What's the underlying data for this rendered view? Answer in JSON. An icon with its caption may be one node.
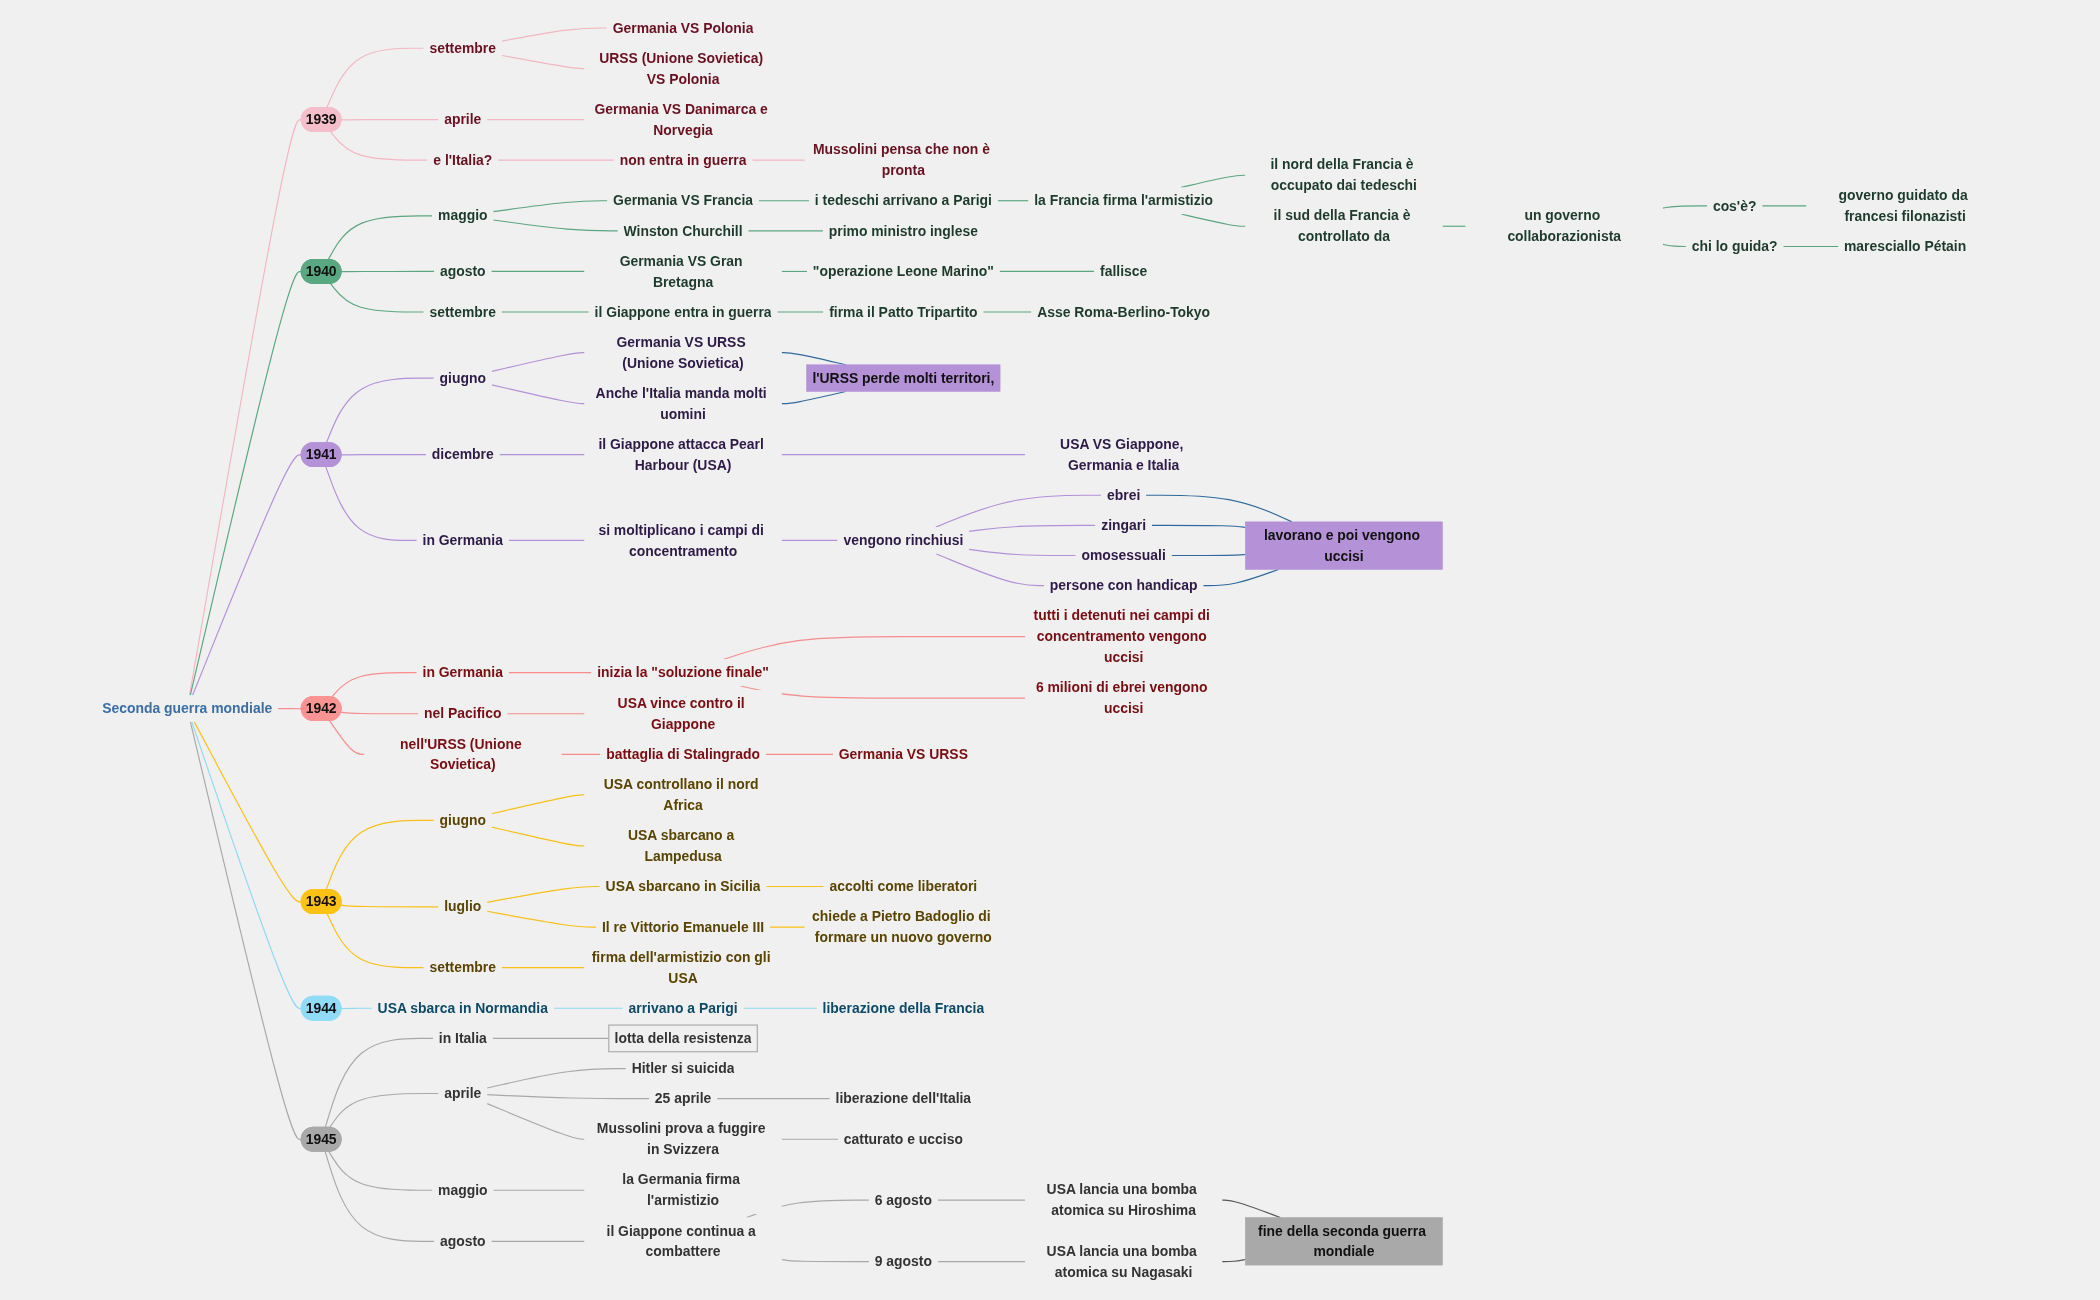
{
  "diagram": {
    "nodes": [
      {
        "text": [
          "Seconda guerra mondiale"
        ]
      },
      {
        "text": [
          "1939"
        ]
      },
      {
        "text": [
          "settembre"
        ]
      },
      {
        "text": [
          "Germania VS Polonia"
        ]
      },
      {
        "text": [
          "URSS (Unione Sovietica) VS Polonia"
        ]
      },
      {
        "text": [
          "aprile"
        ]
      },
      {
        "text": [
          "Germania VS Danimarca e Norvegia"
        ]
      },
      {
        "text": [
          "e l'Italia?"
        ]
      },
      {
        "text": [
          "non entra in guerra"
        ]
      },
      {
        "text": [
          "Mussolini pensa che non è pronta"
        ]
      },
      {
        "text": [
          "1940"
        ]
      },
      {
        "text": [
          "maggio"
        ]
      },
      {
        "text": [
          "Germania VS Francia"
        ]
      },
      {
        "text": [
          "i tedeschi arrivano a Parigi"
        ]
      },
      {
        "text": [
          "la Francia firma l'armistizio"
        ]
      },
      {
        "text": [
          "il nord della Francia è occupato dai tedeschi"
        ]
      },
      {
        "text": [
          "il sud della Francia è controllato da"
        ]
      },
      {
        "text": [
          "un governo collaborazionista"
        ]
      },
      {
        "text": [
          "cos'è?"
        ]
      },
      {
        "text": [
          "governo guidato da francesi filonazisti"
        ]
      },
      {
        "text": [
          "chi lo guida?"
        ]
      },
      {
        "text": [
          "maresciallo Pétain"
        ]
      },
      {
        "text": [
          "Winston Churchill"
        ]
      },
      {
        "text": [
          "primo ministro inglese"
        ]
      },
      {
        "text": [
          "agosto"
        ]
      },
      {
        "text": [
          "Germania VS Gran Bretagna"
        ]
      },
      {
        "text": [
          "\"operazione Leone Marino\""
        ]
      },
      {
        "text": [
          "fallisce"
        ]
      },
      {
        "text": [
          "settembre"
        ]
      },
      {
        "text": [
          "il Giappone entra in guerra"
        ]
      },
      {
        "text": [
          "firma il Patto Tripartito"
        ]
      },
      {
        "text": [
          "Asse Roma-Berlino-Tokyo"
        ]
      },
      {
        "text": [
          "1941"
        ]
      },
      {
        "text": [
          "giugno"
        ]
      },
      {
        "text": [
          "Germania VS URSS (Unione Sovietica)"
        ]
      },
      {
        "text": [
          "Anche l'Italia manda molti uomini"
        ]
      },
      {
        "text": [
          "l'URSS perde molti territori,"
        ]
      },
      {
        "text": [
          "dicembre"
        ]
      },
      {
        "text": [
          "il Giappone attacca Pearl Harbour (USA)"
        ]
      },
      {
        "text": [
          "USA VS Giappone, Germania e Italia"
        ]
      },
      {
        "text": [
          "in Germania"
        ]
      },
      {
        "text": [
          "si moltiplicano i campi di concentramento"
        ]
      },
      {
        "text": [
          "vengono rinchiusi"
        ]
      },
      {
        "text": [
          "ebrei"
        ]
      },
      {
        "text": [
          "zingari"
        ]
      },
      {
        "text": [
          "omosessuali"
        ]
      },
      {
        "text": [
          "persone con handicap"
        ]
      },
      {
        "text": [
          "lavorano e poi vengono uccisi"
        ]
      },
      {
        "text": [
          "1942"
        ]
      },
      {
        "text": [
          "in Germania"
        ]
      },
      {
        "text": [
          "inizia la \"soluzione finale\""
        ]
      },
      {
        "text": [
          "tutti i detenuti nei campi di concentramento vengono uccisi"
        ]
      },
      {
        "text": [
          "6 milioni di ebrei vengono uccisi"
        ]
      },
      {
        "text": [
          "nel Pacifico"
        ]
      },
      {
        "text": [
          "USA vince contro il Giappone"
        ]
      },
      {
        "text": [
          "nell'URSS (Unione Sovietica)"
        ]
      },
      {
        "text": [
          "battaglia di Stalingrado"
        ]
      },
      {
        "text": [
          "Germania VS URSS"
        ]
      },
      {
        "text": [
          "1943"
        ]
      },
      {
        "text": [
          "giugno"
        ]
      },
      {
        "text": [
          "USA controllano il nord Africa"
        ]
      },
      {
        "text": [
          "USA sbarcano a Lampedusa"
        ]
      },
      {
        "text": [
          "luglio"
        ]
      },
      {
        "text": [
          "USA sbarcano in Sicilia"
        ]
      },
      {
        "text": [
          "accolti come liberatori"
        ]
      },
      {
        "text": [
          "Il re Vittorio Emanuele III"
        ]
      },
      {
        "text": [
          "chiede a Pietro Badoglio di formare un nuovo governo"
        ]
      },
      {
        "text": [
          "settembre"
        ]
      },
      {
        "text": [
          "firma dell'armistizio con gli USA"
        ]
      },
      {
        "text": [
          "1944"
        ]
      },
      {
        "text": [
          "USA sbarca in Normandia"
        ]
      },
      {
        "text": [
          "arrivano a Parigi"
        ]
      },
      {
        "text": [
          "liberazione della Francia"
        ]
      },
      {
        "text": [
          "1945"
        ]
      },
      {
        "text": [
          "in Italia"
        ]
      },
      {
        "text": [
          "lotta della resistenza"
        ]
      },
      {
        "text": [
          "aprile"
        ]
      },
      {
        "text": [
          "Hitler si suicida"
        ]
      },
      {
        "text": [
          "25 aprile"
        ]
      },
      {
        "text": [
          "liberazione dell'Italia"
        ]
      },
      {
        "text": [
          "Mussolini prova a fuggire in Svizzera"
        ]
      },
      {
        "text": [
          "catturato e ucciso"
        ]
      },
      {
        "text": [
          "maggio"
        ]
      },
      {
        "text": [
          "la Germania firma l'armistizio"
        ]
      },
      {
        "text": [
          "agosto"
        ]
      },
      {
        "text": [
          "il Giappone continua a combattere"
        ]
      },
      {
        "text": [
          "6 agosto"
        ]
      },
      {
        "text": [
          "USA lancia una bomba atomica su Hiroshima"
        ]
      },
      {
        "text": [
          "9 agosto"
        ]
      },
      {
        "text": [
          "USA lancia una bomba atomica su Nagasaki"
        ]
      },
      {
        "text": [
          "fine della seconda guerra mondiale"
        ]
      }
    ],
    "edges": [
      {
        "from": 0,
        "to": 1,
        "arrow": "none",
        "color": "#f4b6c2"
      },
      {
        "from": 1,
        "to": 2,
        "arrow": "none",
        "color": "#f4b6c2"
      },
      {
        "from": 2,
        "to": 3,
        "arrow": "none",
        "color": "#f4b6c2"
      },
      {
        "from": 2,
        "to": 4,
        "arrow": "none",
        "color": "#f4b6c2"
      },
      {
        "from": 1,
        "to": 5,
        "arrow": "none",
        "color": "#f4b6c2"
      },
      {
        "from": 5,
        "to": 6,
        "arrow": "none",
        "color": "#f4b6c2"
      },
      {
        "from": 1,
        "to": 7,
        "arrow": "none",
        "color": "#f4b6c2"
      },
      {
        "from": 7,
        "to": 8,
        "arrow": "none",
        "color": "#f4b6c2"
      },
      {
        "from": 8,
        "to": 9,
        "arrow": "none",
        "color": "#f4b6c2"
      },
      {
        "from": 0,
        "to": 10,
        "arrow": "none",
        "color": "#5aa67f"
      },
      {
        "from": 10,
        "to": 11,
        "arrow": "none",
        "color": "#5aa67f"
      },
      {
        "from": 11,
        "to": 12,
        "arrow": "none",
        "color": "#5aa67f"
      },
      {
        "from": 12,
        "to": 13,
        "arrow": "none",
        "color": "#5aa67f"
      },
      {
        "from": 13,
        "to": 14,
        "arrow": "none",
        "color": "#5aa67f"
      },
      {
        "from": 14,
        "to": 15,
        "arrow": "none",
        "color": "#5aa67f"
      },
      {
        "from": 14,
        "to": 16,
        "arrow": "none",
        "color": "#5aa67f"
      },
      {
        "from": 16,
        "to": 17,
        "arrow": "none",
        "color": "#5aa67f"
      },
      {
        "from": 17,
        "to": 18,
        "arrow": "none",
        "color": "#5aa67f"
      },
      {
        "from": 18,
        "to": 19,
        "arrow": "none",
        "color": "#5aa67f"
      },
      {
        "from": 17,
        "to": 20,
        "arrow": "none",
        "color": "#5aa67f"
      },
      {
        "from": 20,
        "to": 21,
        "arrow": "none",
        "color": "#5aa67f"
      },
      {
        "from": 11,
        "to": 22,
        "arrow": "none",
        "color": "#5aa67f"
      },
      {
        "from": 22,
        "to": 23,
        "arrow": "none",
        "color": "#5aa67f"
      },
      {
        "from": 10,
        "to": 24,
        "arrow": "none",
        "color": "#5aa67f"
      },
      {
        "from": 24,
        "to": 25,
        "arrow": "none",
        "color": "#5aa67f"
      },
      {
        "from": 25,
        "to": 26,
        "arrow": "none",
        "color": "#5aa67f"
      },
      {
        "from": 26,
        "to": 27,
        "arrow": "none",
        "color": "#5aa67f"
      },
      {
        "from": 10,
        "to": 28,
        "arrow": "none",
        "color": "#5aa67f"
      },
      {
        "from": 28,
        "to": 29,
        "arrow": "none",
        "color": "#5aa67f"
      },
      {
        "from": 29,
        "to": 30,
        "arrow": "none",
        "color": "#5aa67f"
      },
      {
        "from": 30,
        "to": 31,
        "arrow": "none",
        "color": "#5aa67f"
      },
      {
        "from": 0,
        "to": 32,
        "arrow": "none",
        "color": "#b48fd9"
      },
      {
        "from": 32,
        "to": 33,
        "arrow": "none",
        "color": "#b48fd9"
      },
      {
        "from": 33,
        "to": 34,
        "arrow": "none",
        "color": "#b48fd9"
      },
      {
        "from": 33,
        "to": 35,
        "arrow": "none",
        "color": "#b48fd9"
      },
      {
        "from": 32,
        "to": 37,
        "arrow": "none",
        "color": "#b48fd9"
      },
      {
        "from": 37,
        "to": 38,
        "arrow": "none",
        "color": "#b48fd9"
      },
      {
        "from": 38,
        "to": 39,
        "arrow": "none",
        "color": "#b48fd9"
      },
      {
        "from": 32,
        "to": 40,
        "arrow": "none",
        "color": "#b48fd9"
      },
      {
        "from": 40,
        "to": 41,
        "arrow": "none",
        "color": "#b48fd9"
      },
      {
        "from": 41,
        "to": 42,
        "arrow": "none",
        "color": "#b48fd9"
      },
      {
        "from": 42,
        "to": 43,
        "arrow": "none",
        "color": "#b48fd9"
      },
      {
        "from": 42,
        "to": 44,
        "arrow": "none",
        "color": "#b48fd9"
      },
      {
        "from": 42,
        "to": 45,
        "arrow": "none",
        "color": "#b48fd9"
      },
      {
        "from": 42,
        "to": 46,
        "arrow": "none",
        "color": "#b48fd9"
      },
      {
        "from": 0,
        "to": 48,
        "arrow": "none",
        "color": "#f98b8b"
      },
      {
        "from": 48,
        "to": 49,
        "arrow": "none",
        "color": "#f98b8b"
      },
      {
        "from": 49,
        "to": 50,
        "arrow": "none",
        "color": "#f98b8b"
      },
      {
        "from": 50,
        "to": 51,
        "arrow": "none",
        "color": "#f98b8b"
      },
      {
        "from": 50,
        "to": 52,
        "arrow": "none",
        "color": "#f98b8b"
      },
      {
        "from": 48,
        "to": 53,
        "arrow": "none",
        "color": "#f98b8b"
      },
      {
        "from": 53,
        "to": 54,
        "arrow": "none",
        "color": "#f98b8b"
      },
      {
        "from": 48,
        "to": 55,
        "arrow": "none",
        "color": "#f98b8b"
      },
      {
        "from": 55,
        "to": 56,
        "arrow": "none",
        "color": "#f98b8b"
      },
      {
        "from": 56,
        "to": 57,
        "arrow": "none",
        "color": "#f98b8b"
      },
      {
        "from": 0,
        "to": 58,
        "arrow": "none",
        "color": "#fbbf13"
      },
      {
        "from": 58,
        "to": 59,
        "arrow": "none",
        "color": "#fbbf13"
      },
      {
        "from": 59,
        "to": 60,
        "arrow": "none",
        "color": "#fbbf13"
      },
      {
        "from": 59,
        "to": 61,
        "arrow": "none",
        "color": "#fbbf13"
      },
      {
        "from": 58,
        "to": 62,
        "arrow": "none",
        "color": "#fbbf13"
      },
      {
        "from": 62,
        "to": 63,
        "arrow": "none",
        "color": "#fbbf13"
      },
      {
        "from": 63,
        "to": 64,
        "arrow": "none",
        "color": "#fbbf13"
      },
      {
        "from": 62,
        "to": 65,
        "arrow": "none",
        "color": "#fbbf13"
      },
      {
        "from": 65,
        "to": 66,
        "arrow": "none",
        "color": "#fbbf13"
      },
      {
        "from": 58,
        "to": 67,
        "arrow": "none",
        "color": "#fbbf13"
      },
      {
        "from": 67,
        "to": 68,
        "arrow": "none",
        "color": "#fbbf13"
      },
      {
        "from": 0,
        "to": 69,
        "arrow": "none",
        "color": "#8ed8f4"
      },
      {
        "from": 69,
        "to": 70,
        "arrow": "none",
        "color": "#8ed8f4"
      },
      {
        "from": 70,
        "to": 71,
        "arrow": "none",
        "color": "#8ed8f4"
      },
      {
        "from": 71,
        "to": 72,
        "arrow": "none",
        "color": "#8ed8f4"
      },
      {
        "from": 0,
        "to": 73,
        "arrow": "none",
        "color": "#a8a8a8"
      },
      {
        "from": 73,
        "to": 74,
        "arrow": "none",
        "color": "#a8a8a8"
      },
      {
        "from": 74,
        "to": 75,
        "arrow": "none",
        "color": "#a8a8a8"
      },
      {
        "from": 73,
        "to": 76,
        "arrow": "none",
        "color": "#a8a8a8"
      },
      {
        "from": 76,
        "to": 77,
        "arrow": "none",
        "color": "#a8a8a8"
      },
      {
        "from": 76,
        "to": 78,
        "arrow": "none",
        "color": "#a8a8a8"
      },
      {
        "from": 78,
        "to": 79,
        "arrow": "none",
        "color": "#a8a8a8"
      },
      {
        "from": 76,
        "to": 80,
        "arrow": "none",
        "color": "#a8a8a8"
      },
      {
        "from": 80,
        "to": 81,
        "arrow": "none",
        "color": "#a8a8a8"
      },
      {
        "from": 73,
        "to": 82,
        "arrow": "none",
        "color": "#a8a8a8"
      },
      {
        "from": 82,
        "to": 83,
        "arrow": "none",
        "color": "#a8a8a8"
      },
      {
        "from": 73,
        "to": 84,
        "arrow": "none",
        "color": "#a8a8a8"
      },
      {
        "from": 84,
        "to": 85,
        "arrow": "none",
        "color": "#a8a8a8"
      },
      {
        "from": 85,
        "to": 86,
        "arrow": "none",
        "color": "#a8a8a8"
      },
      {
        "from": 86,
        "to": 87,
        "arrow": "none",
        "color": "#a8a8a8"
      },
      {
        "from": 85,
        "to": 88,
        "arrow": "none",
        "color": "#a8a8a8"
      },
      {
        "from": 88,
        "to": 89,
        "arrow": "none",
        "color": "#a8a8a8"
      },
      {
        "from": 34,
        "to": 36,
        "arrow": "none",
        "color": "#2f6a9e"
      },
      {
        "from": 35,
        "to": 36,
        "arrow": "none",
        "color": "#2f6a9e"
      },
      {
        "from": 43,
        "to": 47,
        "arrow": "none",
        "color": "#2f6a9e"
      },
      {
        "from": 44,
        "to": 47,
        "arrow": "none",
        "color": "#2f6a9e"
      },
      {
        "from": 45,
        "to": 47,
        "arrow": "none",
        "color": "#2f6a9e"
      },
      {
        "from": 46,
        "to": 47,
        "arrow": "none",
        "color": "#2f6a9e"
      },
      {
        "from": 87,
        "to": 90,
        "arrow": "none",
        "color": "#555555"
      },
      {
        "from": 89,
        "to": 90,
        "arrow": "none",
        "color": "#555555"
      }
    ]
  }
}
